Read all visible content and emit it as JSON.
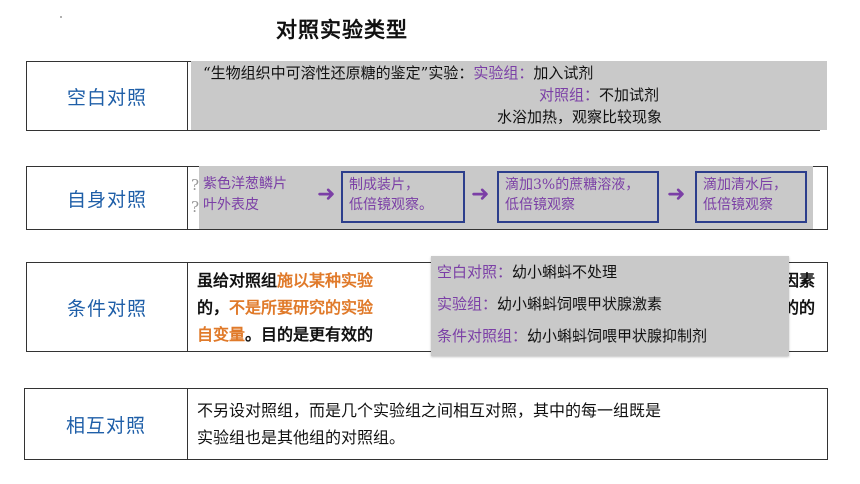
{
  "title": "对照实验类型",
  "rows": [
    {
      "label": "空白对照",
      "content": {
        "line1_prefix": "“生物组织中可溶性还原糖的鉴定”实验：",
        "line1_group": "实验组：",
        "line1_value": "加入试剂",
        "line2_group": "对照组：",
        "line2_value": "不加试剂",
        "line3": "水浴加热，观察比较现象"
      }
    },
    {
      "label": "自身对照",
      "hidden_left_top": "?",
      "hidden_left_bottom": "?",
      "flow": [
        {
          "line1": "紫色洋葱鳞片",
          "line2": "叶外表皮"
        },
        {
          "line1": "制成装片，",
          "line2": "低倍镜观察。"
        },
        {
          "line1": "滴加3%的蔗糖溶液，",
          "line2": "低倍镜观察"
        },
        {
          "line1": "滴加清水后，",
          "line2": "低倍镜观察"
        }
      ],
      "arrow": "➜"
    },
    {
      "label": "条件对照",
      "line1_a": "虽给对照组",
      "line1_b": "施以某种实验",
      "line1_tail": "因素",
      "line2_a": "的，",
      "line2_b": "不是所要研究的实验",
      "line2_tail": "的的",
      "line3_a": "自变量",
      "line3_b": "。目的是更有效的",
      "popup": [
        {
          "label": "空白对照：",
          "text": "幼小蝌蚪不处理"
        },
        {
          "label": "实验组：",
          "text": "幼小蝌蚪饲喂甲状腺激素"
        },
        {
          "label": "条件对照组：",
          "text": "幼小蝌蚪饲喂甲状腺抑制剂"
        }
      ]
    },
    {
      "label": "相互对照",
      "line1": "不另设对照组，而是几个实验组之间相互对照，其中的每一组既是",
      "line2": "实验组也是其他组的对照组。"
    }
  ]
}
